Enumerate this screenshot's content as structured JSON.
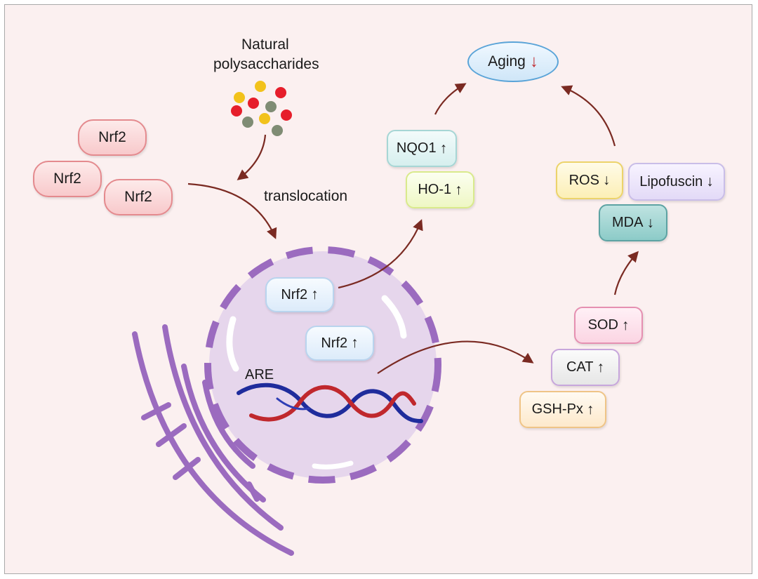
{
  "labels": {
    "natural_line1": "Natural",
    "natural_line2": "polysaccharides",
    "translocation": "translocation",
    "are": "ARE"
  },
  "cytoplasm_nrf2": [
    "Nrf2",
    "Nrf2",
    "Nrf2"
  ],
  "nuclear_nrf2": [
    {
      "label": "Nrf2",
      "arrow": "↑"
    },
    {
      "label": "Nrf2",
      "arrow": "↑"
    }
  ],
  "aging": {
    "label": "Aging",
    "arrow": "↓"
  },
  "antioxidant_genes": [
    {
      "label": "NQO1",
      "arrow": "↑"
    },
    {
      "label": "HO-1",
      "arrow": "↑"
    }
  ],
  "oxidative_markers": [
    {
      "label": "ROS",
      "arrow": "↓"
    },
    {
      "label": "Lipofuscin",
      "arrow": "↓"
    },
    {
      "label": "MDA",
      "arrow": "↓"
    }
  ],
  "enzymes": [
    {
      "label": "SOD",
      "arrow": "↑"
    },
    {
      "label": "CAT",
      "arrow": "↑"
    },
    {
      "label": "GSH-Px",
      "arrow": "↑"
    }
  ],
  "colors": {
    "arrow": "#7a2a22",
    "membrane": "#9b6bbf",
    "nucleus_fill": "#e6d6ec",
    "dna_red": "#c0282d",
    "dna_blue": "#1f2c9c",
    "dot_yellow": "#f2c21b",
    "dot_red": "#e61e2b",
    "dot_gray": "#7f8c74"
  }
}
